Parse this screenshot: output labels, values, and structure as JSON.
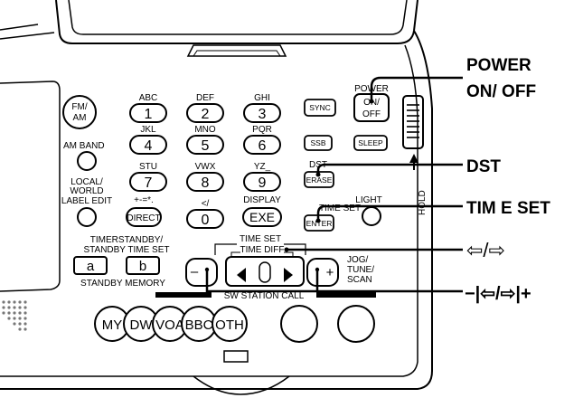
{
  "number_keys": [
    {
      "letters": "ABC",
      "digit": "1"
    },
    {
      "letters": "DEF",
      "digit": "2"
    },
    {
      "letters": "GHI",
      "digit": "3"
    },
    {
      "letters": "JKL",
      "digit": "4"
    },
    {
      "letters": "MNO",
      "digit": "5"
    },
    {
      "letters": "PQR",
      "digit": "6"
    },
    {
      "letters": "STU",
      "digit": "7"
    },
    {
      "letters": "VWX",
      "digit": "8"
    },
    {
      "letters": "YZ_",
      "digit": "9"
    },
    {
      "letters": "</",
      "digit": "0"
    }
  ],
  "keys": {
    "fm_am": [
      "FM/",
      "AM"
    ],
    "am_band": "AM BAND",
    "local_world": [
      "LOCAL/",
      "WORLD"
    ],
    "label_edit": "LABEL EDIT",
    "direct_caption": "+-=*.",
    "direct": "DIRECT",
    "display": "DISPLAY",
    "exe": "EXE",
    "sync": "SYNC",
    "ssb": "SSB",
    "sleep": "SLEEP",
    "dst": "DST",
    "erase": "ERASE",
    "time_set_caption": "TIME SET",
    "enter": "ENTER",
    "light": "LIGHT",
    "power": "POWER",
    "on_off": [
      "ON/",
      "OFF"
    ],
    "hold": "HOLD",
    "timer_standby_line1": "TIMERSTANDBY/",
    "timer_standby_line2": "STANDBY TIME SET",
    "a": "a",
    "b": "b",
    "standby_memory": "STANDBY MEMORY",
    "time_set_group": "TIME SET",
    "time_diff": "TIME DIFF",
    "minus": "–",
    "plus": "+",
    "jog": [
      "JOG/",
      "TUNE/",
      "SCAN"
    ],
    "sw_station_call": "SW STATION CALL",
    "sw_stations": [
      "MY",
      "DW",
      "VOA",
      "BBC",
      "OTH"
    ]
  },
  "callouts": {
    "power": [
      "POWER",
      "ON/ OFF"
    ],
    "dst": "DST",
    "time_set": "TIM E SET",
    "arrows": "⇦/⇨",
    "step": "−|⇦/⇨|+"
  }
}
